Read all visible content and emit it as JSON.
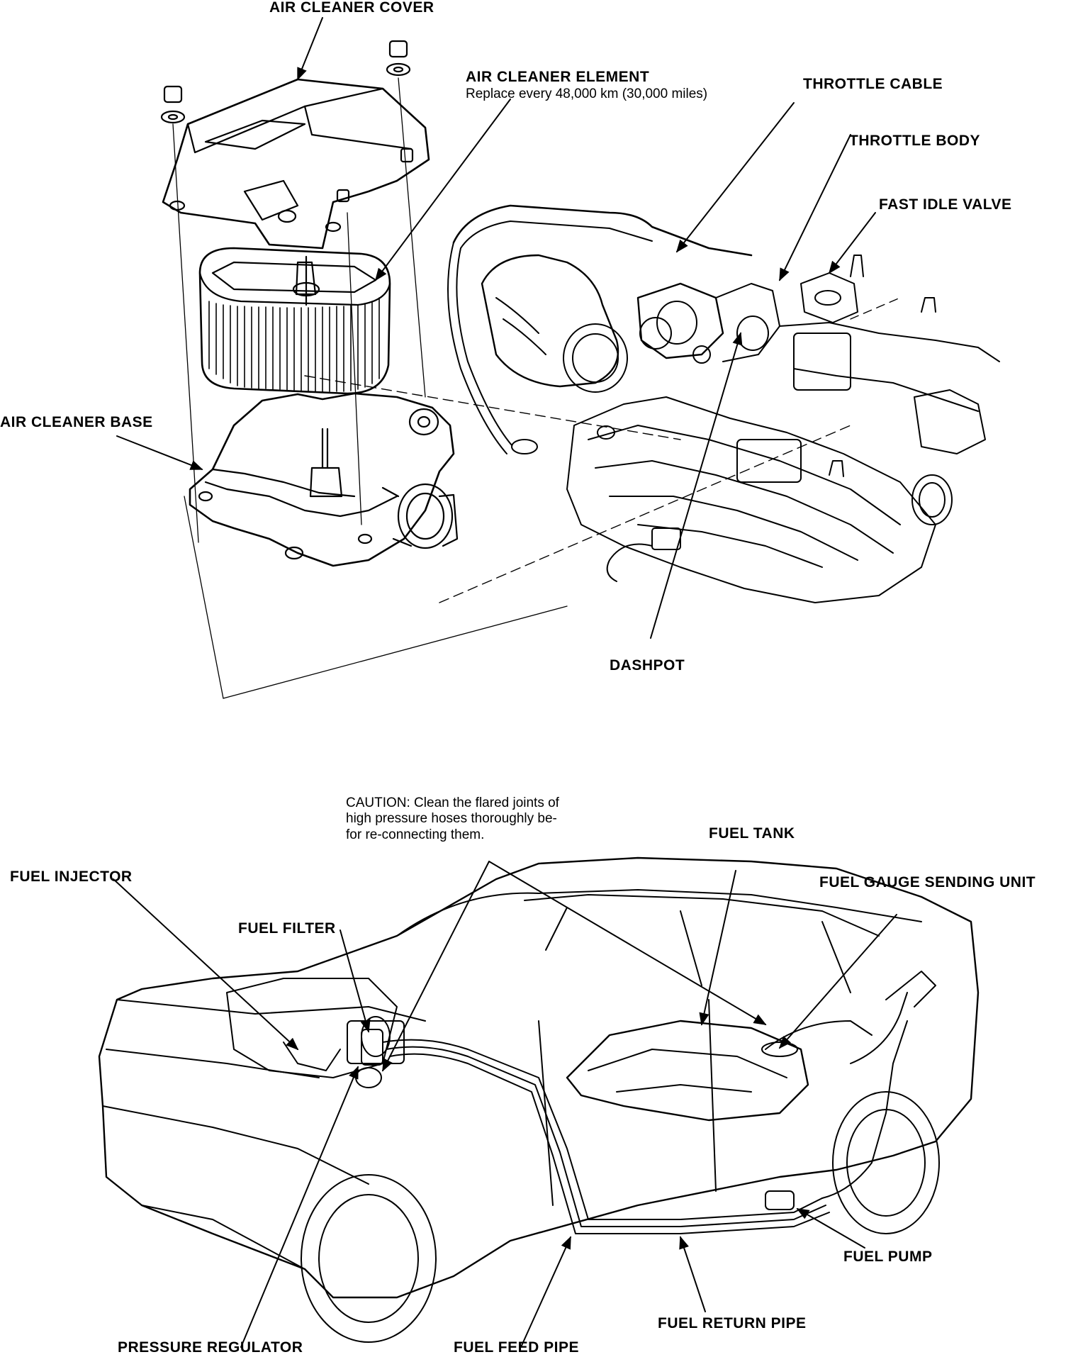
{
  "top_diagram": {
    "labels": {
      "air_cleaner_cover": "AIR CLEANER COVER",
      "air_cleaner_element": "AIR CLEANER ELEMENT",
      "air_cleaner_element_note": "Replace every 48,000 km (30,000 miles)",
      "throttle_cable": "THROTTLE CABLE",
      "throttle_body": "THROTTLE BODY",
      "fast_idle_valve": "FAST IDLE VALVE",
      "air_cleaner_base": "AIR CLEANER BASE",
      "dashpot": "DASHPOT"
    }
  },
  "bottom_diagram": {
    "caution": {
      "line1": "CAUTION:  Clean the flared joints of",
      "line2": "high  pressure hoses thoroughly be-",
      "line3": "for re-connecting them."
    },
    "labels": {
      "fuel_tank": "FUEL TANK",
      "fuel_injector": "FUEL INJECTOR",
      "fuel_gauge_sending_unit": "FUEL GAUGE SENDING UNIT",
      "fuel_filter": "FUEL FILTER",
      "fuel_pump": "FUEL PUMP",
      "fuel_return_pipe": "FUEL RETURN PIPE",
      "pressure_regulator": "PRESSURE REGULATOR",
      "fuel_feed_pipe": "FUEL FEED PIPE"
    }
  }
}
